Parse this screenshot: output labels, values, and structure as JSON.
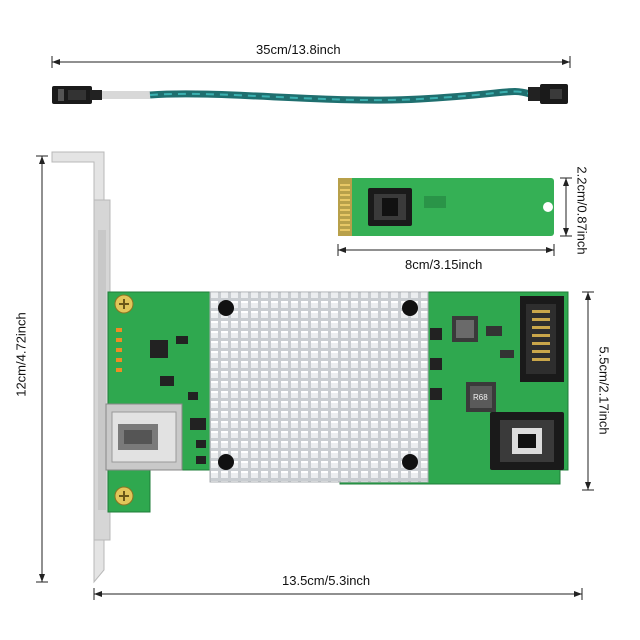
{
  "dimensions": {
    "cable_length": "35cm/13.8inch",
    "card_height": "12cm/4.72inch",
    "card_width": "13.5cm/5.3inch",
    "m2_width": "8cm/3.15inch",
    "m2_height": "2.2cm/0.87inch",
    "board_height": "5.5cm/2.17inch"
  },
  "labels": {
    "inductor_label": "R68"
  },
  "colors": {
    "pcb_green": "#2fa84f",
    "pcb_dark": "#1f7d3a",
    "heatsink": "#d9dcdf",
    "bracket": "#e6e6e6",
    "cable_teal": "#2a8a8a",
    "connector": "#1a1a1a"
  }
}
